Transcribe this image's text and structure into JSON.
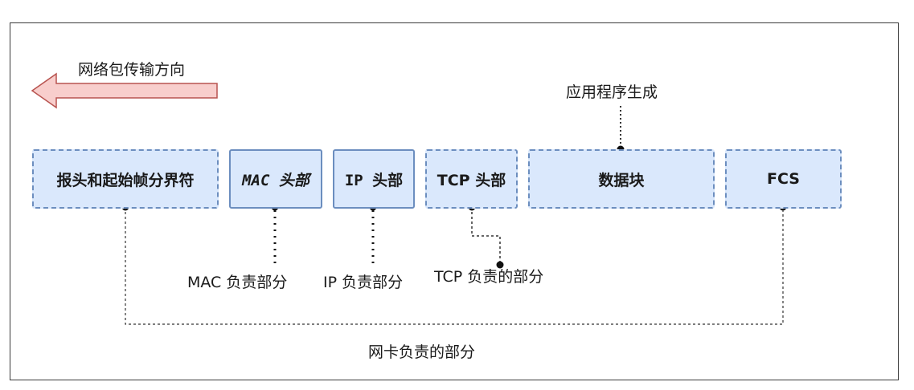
{
  "direction_label": "网络包传输方向",
  "app_label": "应用程序生成",
  "boxes": [
    {
      "label": "报头和起始帧分界符"
    },
    {
      "label": "MAC 头部"
    },
    {
      "label": "IP 头部"
    },
    {
      "label": "TCP 头部"
    },
    {
      "label": "数据块"
    },
    {
      "label": "FCS"
    }
  ],
  "annotations": {
    "mac": "MAC 负责部分",
    "ip": "IP 负责部分",
    "tcp": "TCP 负责的部分",
    "nic": "网卡负责的部分"
  },
  "colors": {
    "box_fill": "#dae8fc",
    "box_border": "#6c8ebf",
    "arrow_fill": "#f8cecc",
    "arrow_border": "#b85450"
  }
}
